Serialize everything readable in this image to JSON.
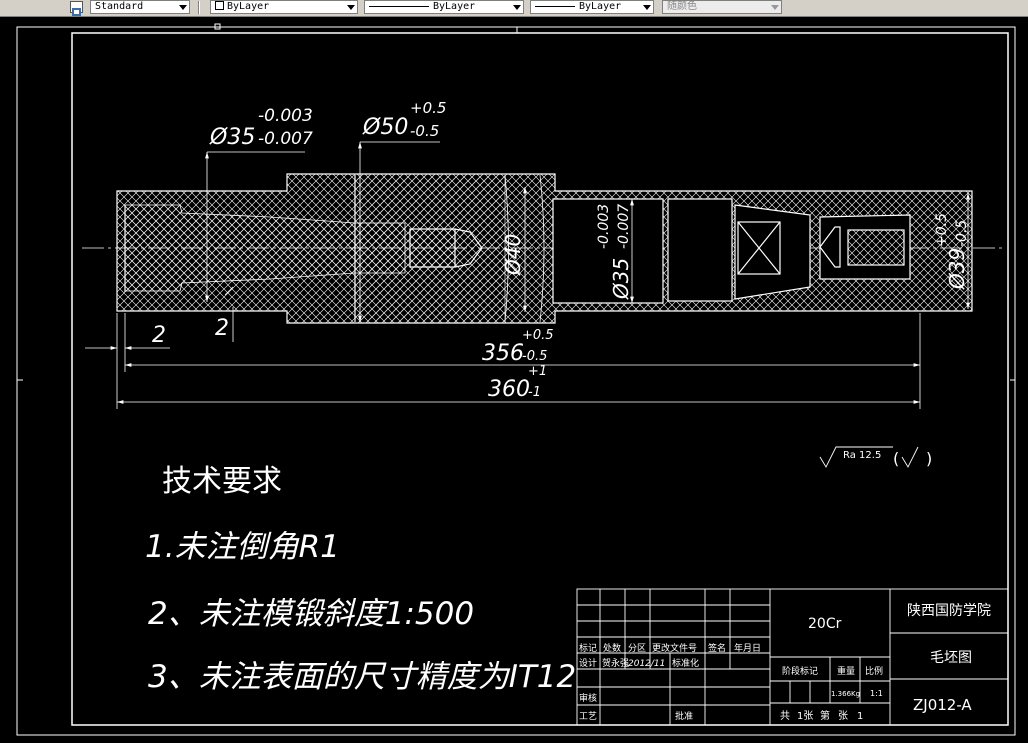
{
  "toolbar": {
    "text_style": "Standard",
    "layer_color": "ByLayer",
    "linetype": "ByLayer",
    "lineweight": "ByLayer",
    "plot_style": "随颜色"
  },
  "drawing": {
    "dims": {
      "d35_symbol": "Ø35",
      "d35_upper": "-0.003",
      "d35_lower": "-0.007",
      "d50_symbol": "Ø50",
      "d50_upper": "+0.5",
      "d50_lower": "-0.5",
      "d40": "Ø40",
      "d35b_symbol": "Ø35",
      "d35b_upper": "-0.003",
      "d35b_lower": "-0.007",
      "d39_symbol": "Ø39",
      "d39_upper": "+0.5",
      "d39_lower": "-0.5",
      "len356": "356",
      "len356_upper": "+0.5",
      "len356_lower": "-0.5",
      "len360": "360",
      "len360_upper": "+1",
      "len360_lower": "-1",
      "chamfer_left": "2",
      "chamfer_step": "2"
    },
    "roughness": {
      "value": "Ra 12.5",
      "paren_open": "(",
      "paren_close": ")"
    },
    "notes": {
      "heading": "技术要求",
      "item1": "1.未注倒角R1",
      "item2": "2、未注模锻斜度1:500",
      "item3": "3、未注表面的尺寸精度为IT12"
    },
    "title_block": {
      "material": "20Cr",
      "school": "陕西国防学院",
      "drawing_name": "毛坯图",
      "drawing_no": "ZJ012-A",
      "h_mark": "标记",
      "h_count": "处数",
      "h_zone": "分区",
      "h_doc": "更改文件号",
      "h_sign": "签名",
      "h_date": "年月日",
      "design_label": "设计",
      "designer": "贺永强",
      "design_date": "2012/11",
      "standardize": "标准化",
      "stage_mark": "阶段标记",
      "weight_label": "重量",
      "scale_label": "比例",
      "weight": "1.366Kg",
      "scale": "1:1",
      "review": "审核",
      "craft": "工艺",
      "approve": "批准",
      "sheets_total_label": "共",
      "sheets_total_unit": "1张",
      "sheet_no_label": "第",
      "sheet_no_unit": "张",
      "sheet_no": "1"
    }
  }
}
